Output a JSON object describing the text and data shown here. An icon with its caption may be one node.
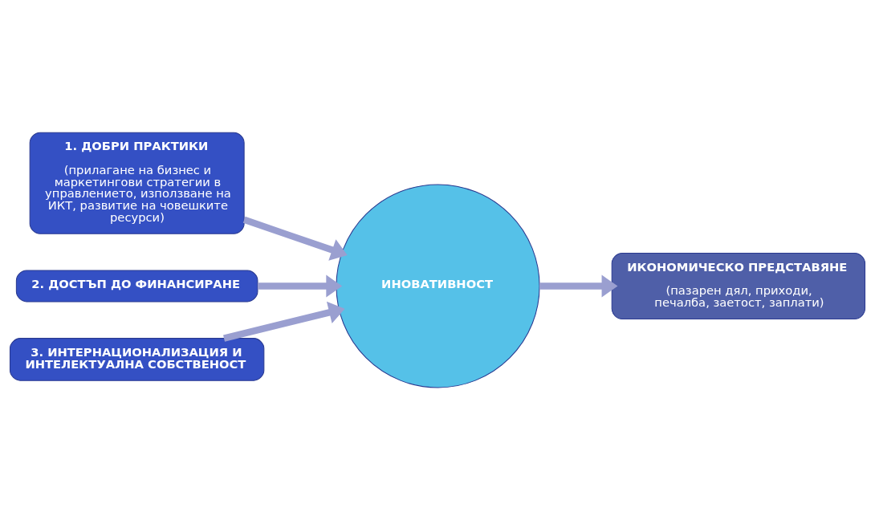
{
  "diagram": {
    "nodes": [
      {
        "text": [
          "1. ДОБРИ ПРАКТИКИ",
          "(прилагане на бизнес и маркетингови стратегии в управлението, използване на ИКТ, развитие на човешките ресурси)"
        ]
      },
      {
        "text": [
          "2. ДОСТЪП ДО ФИНАНСИРАНЕ"
        ]
      },
      {
        "text": [
          "3. ИНТЕРНАЦИОНАЛИЗАЦИЯ И ИНТЕЛЕКТУАЛНА СОБСТВЕНОСТ"
        ]
      },
      {
        "text": [
          "ИНОВАТИВНОСТ"
        ]
      },
      {
        "text": [
          "ИКОНОМИЧЕСКО ПРЕДСТАВЯНЕ",
          "(пазарен дял, приходи, печалба, заетост, заплати)"
        ]
      }
    ],
    "edges": [
      {
        "from": 0,
        "to": 3,
        "arrow": "to"
      },
      {
        "from": 1,
        "to": 3,
        "arrow": "to"
      },
      {
        "from": 2,
        "to": 3,
        "arrow": "to"
      },
      {
        "from": 3,
        "to": 4,
        "arrow": "to"
      }
    ]
  }
}
